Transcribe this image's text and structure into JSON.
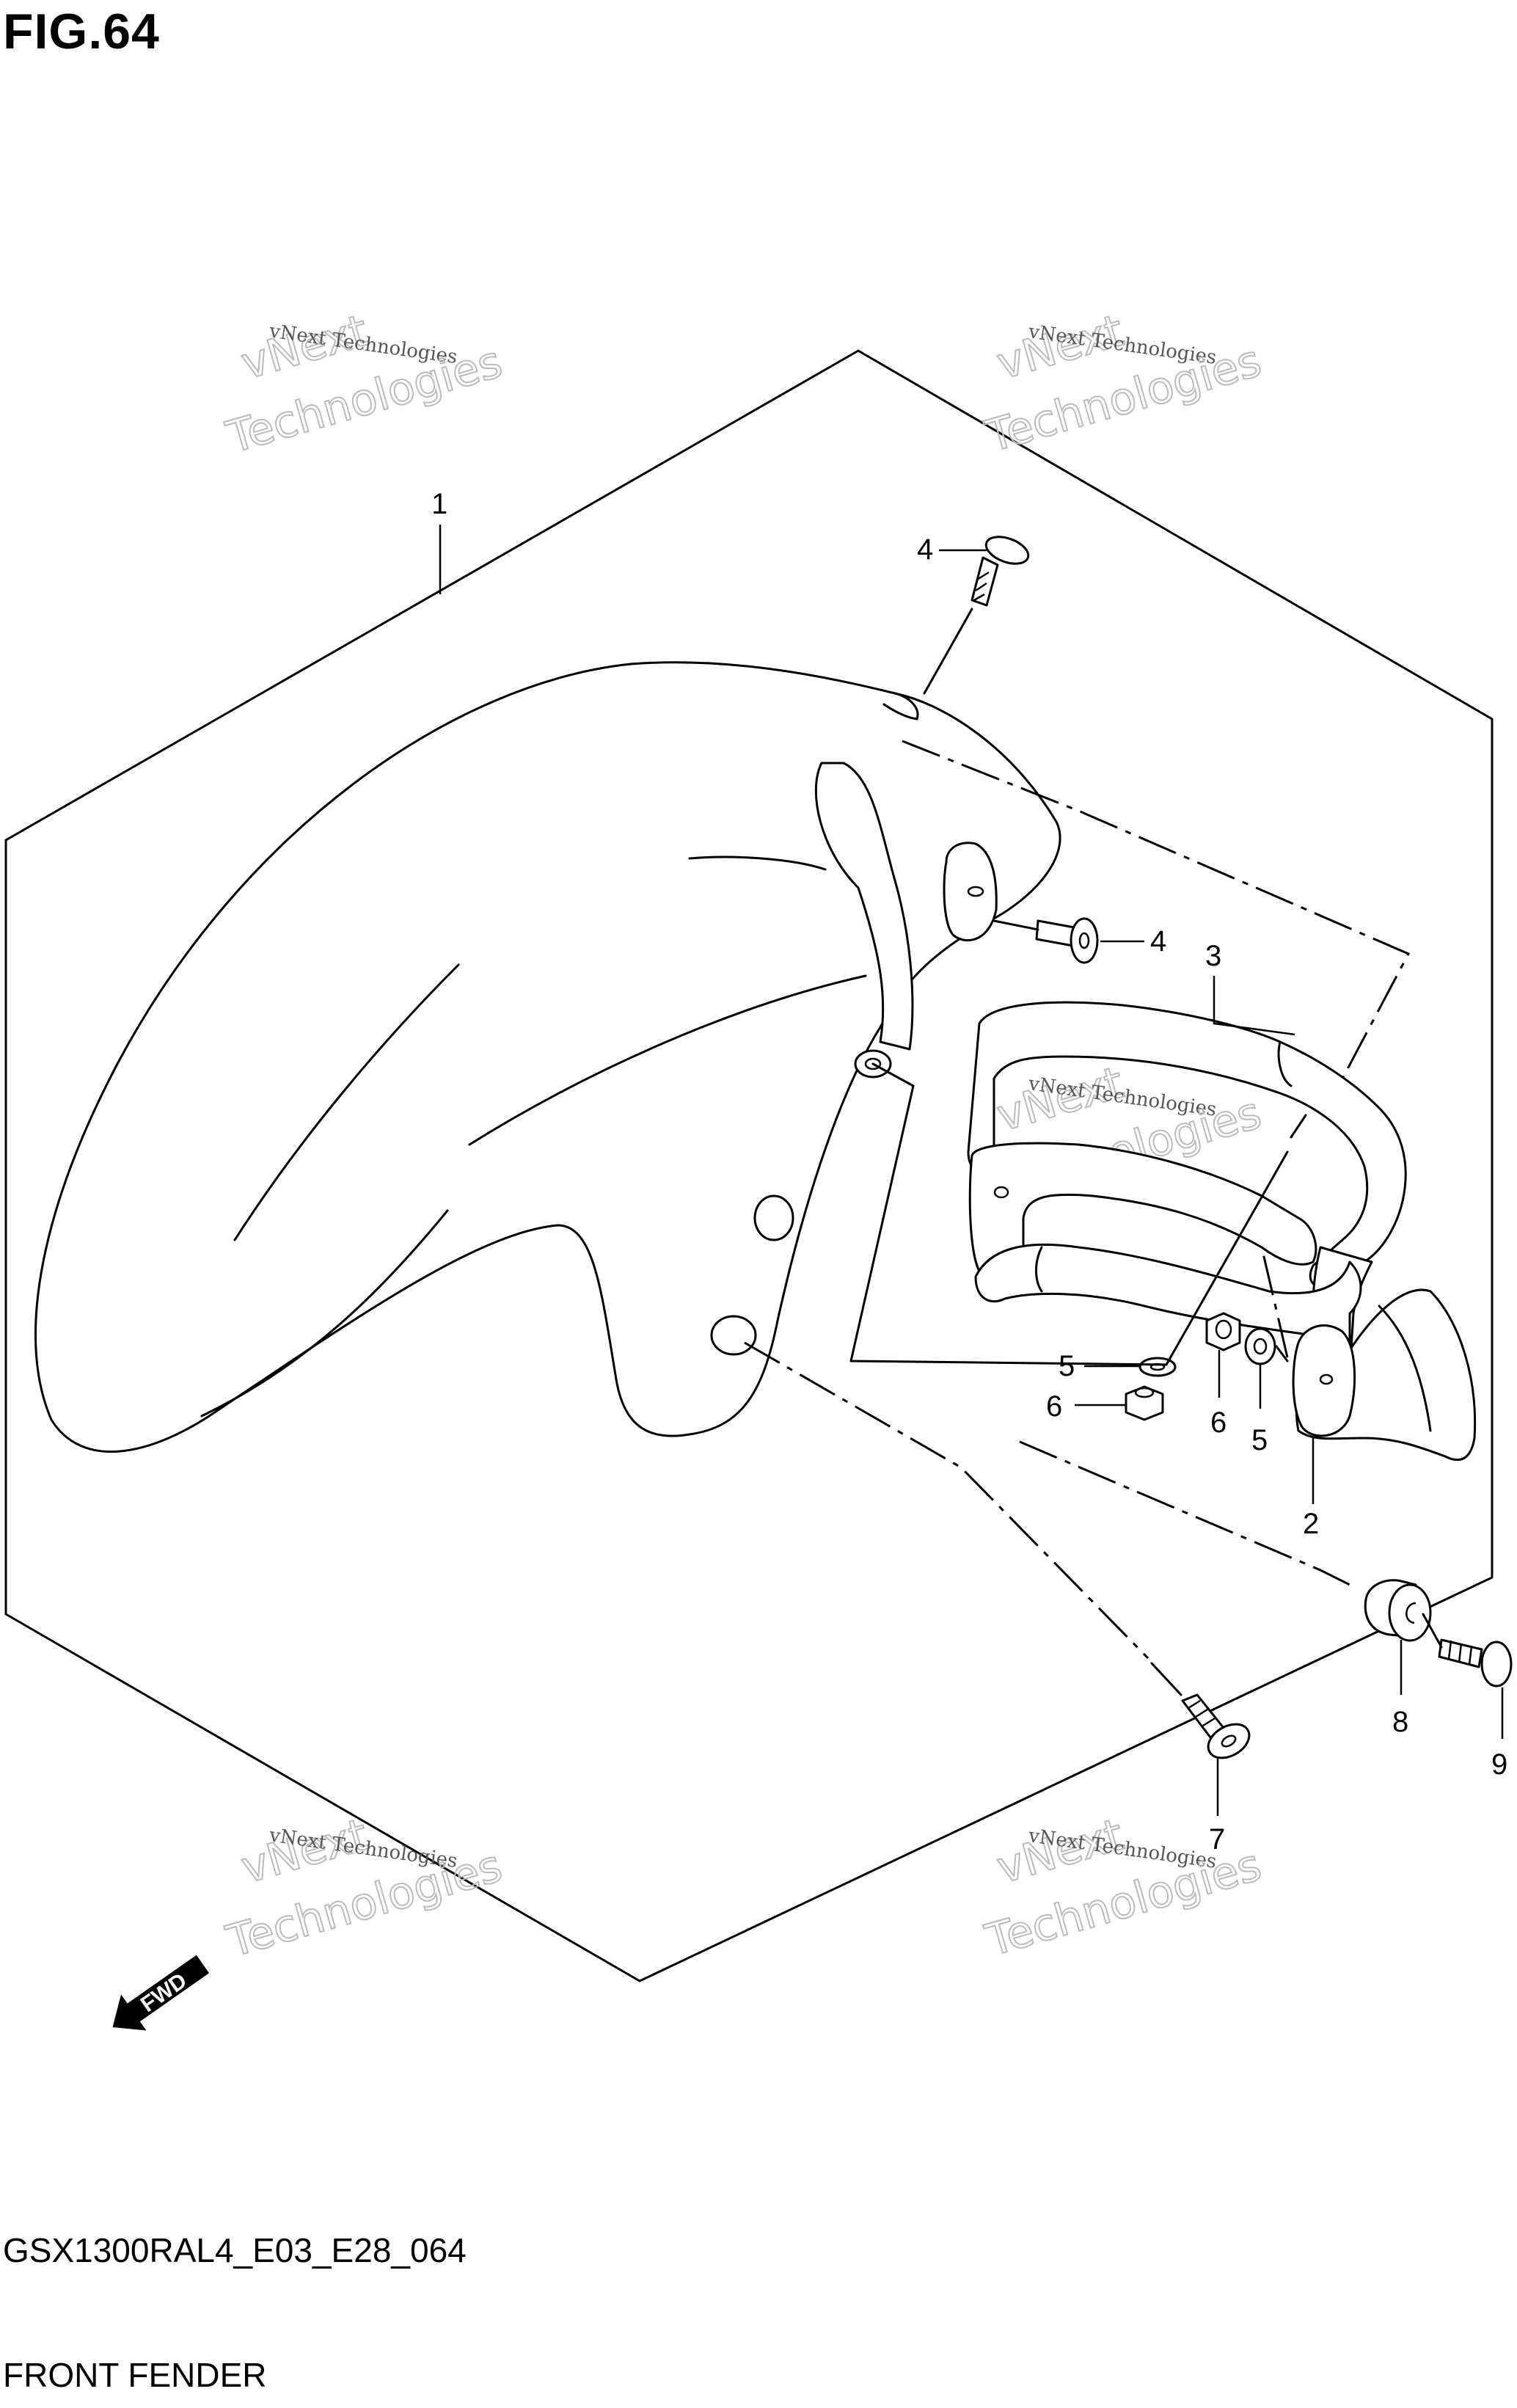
{
  "figure": {
    "title": "FIG.64",
    "code": "GSX1300RAL4_E03_E28_064",
    "caption": "FRONT FENDER",
    "direction_label": "FWD"
  },
  "watermark": {
    "line1": "vNext Technologies",
    "big1": "vNext",
    "big2": "Technologies"
  },
  "parts": [
    {
      "ref": "1",
      "part": "front-fender"
    },
    {
      "ref": "2",
      "part": "brace"
    },
    {
      "ref": "3",
      "part": "brace"
    },
    {
      "ref": "4",
      "part": "bolt"
    },
    {
      "ref": "4",
      "part": "bolt"
    },
    {
      "ref": "5",
      "part": "washer"
    },
    {
      "ref": "5",
      "part": "washer"
    },
    {
      "ref": "6",
      "part": "nut"
    },
    {
      "ref": "6",
      "part": "nut"
    },
    {
      "ref": "7",
      "part": "bolt"
    },
    {
      "ref": "8",
      "part": "grommet"
    },
    {
      "ref": "9",
      "part": "bolt"
    }
  ],
  "icons": {
    "fwd_arrow": "fwd-arrow-icon"
  }
}
